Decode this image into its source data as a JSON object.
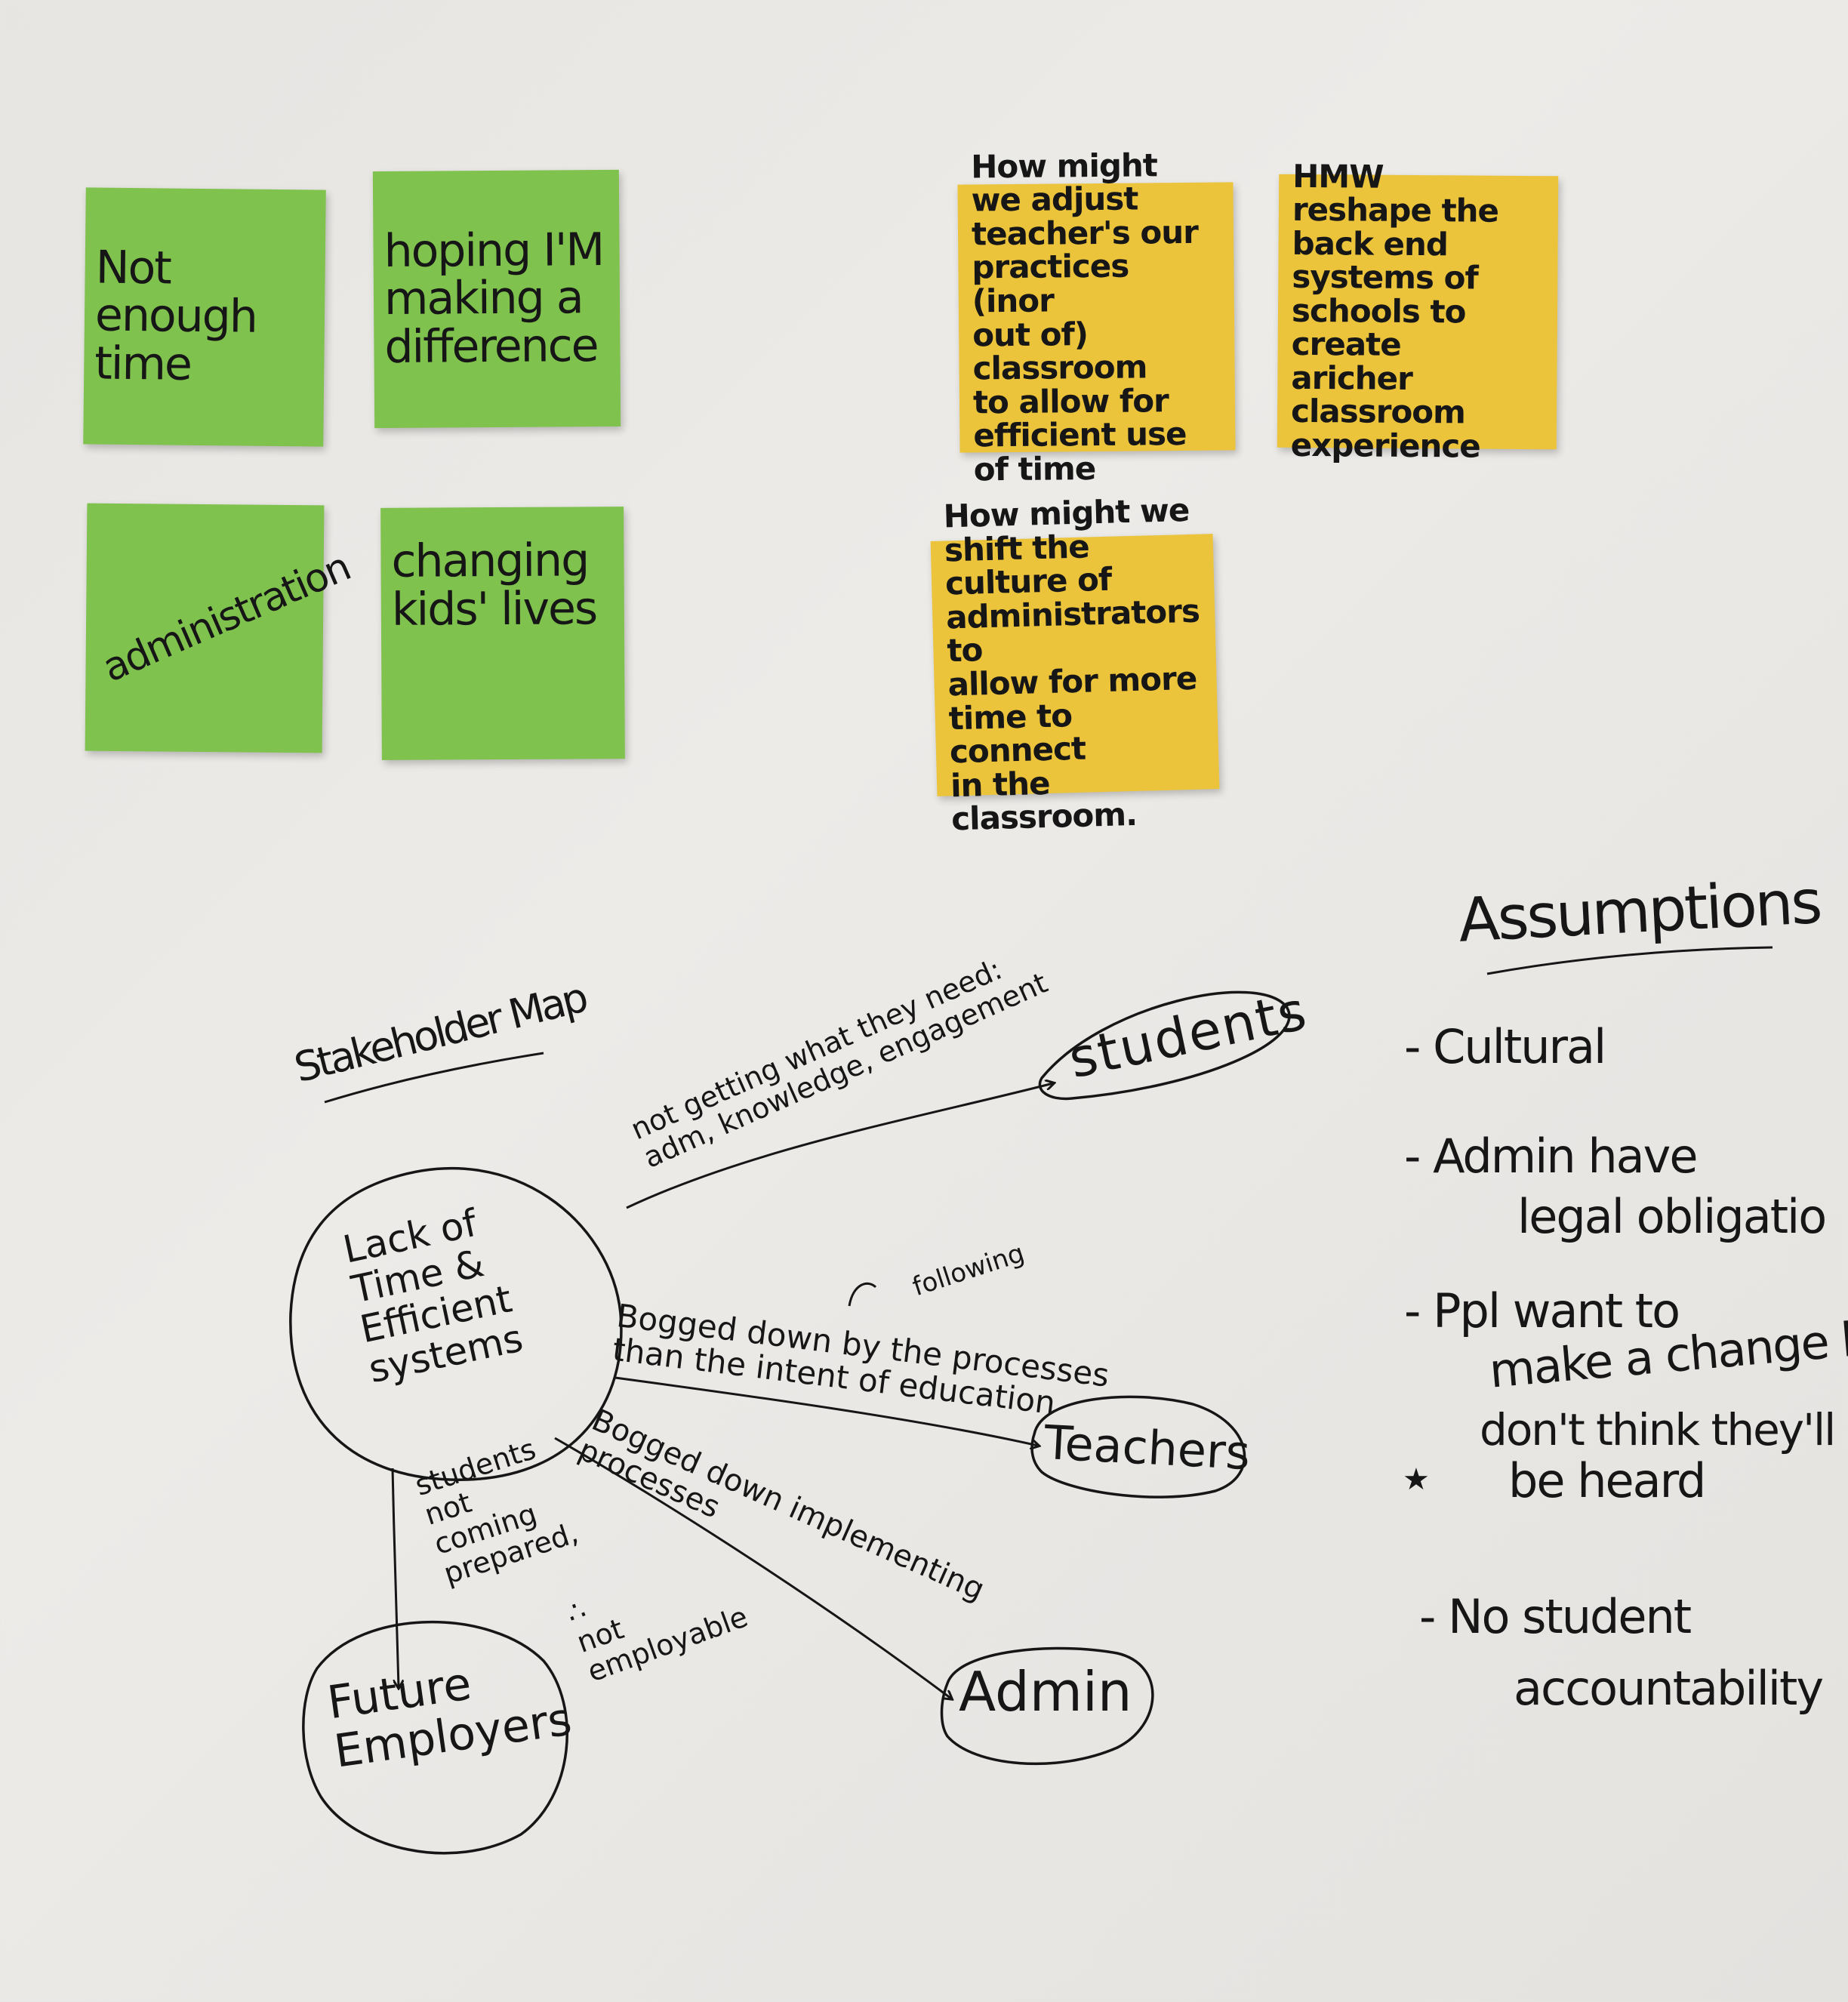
{
  "colors": {
    "wall": "#e8e6e3",
    "green_note": "#7fc24d",
    "yellow_note": "#ecc43c",
    "ink": "#161616"
  },
  "green_notes": [
    {
      "text": "Not\nenough\ntime"
    },
    {
      "text": "hoping I'M\nmaking a\ndifference"
    },
    {
      "text": "administration"
    },
    {
      "text": "changing\nkids' lives"
    }
  ],
  "yellow_notes": [
    {
      "text": "How might\nwe adjust\nteacher's our\npractices (inor\nout of) classroom\nto allow for\nefficient use of time"
    },
    {
      "text": "HMW\nreshape the back end\nsystems of\nschools to create\naricher classroom\nexperience"
    },
    {
      "text": "How might we\nshift the\nculture of\nadministrators to\nallow for more\ntime to connect\nin the classroom."
    }
  ],
  "stakeholder_map": {
    "title": "Stakeholder Map",
    "center": "Lack of\nTime &\nEfficient\nsystems",
    "nodes": {
      "students": "students",
      "teachers": "Teachers",
      "admin": "Admin",
      "employers": "Future\nEmployers"
    },
    "edges": {
      "students": "not getting what they need:\nadm, knowledge, engagement",
      "teachers_insert": "following",
      "teachers": "Bogged down by the processes\nthan the intent of education",
      "admin": "Bogged down implementing\nprocesses",
      "employers": "students\nnot\ncoming\nprepared,",
      "employers_aside": "∴\nnot\nemployable"
    }
  },
  "assumptions": {
    "title": "Assumptions",
    "items": [
      "- Cultural",
      "- Admin have",
      "legal obligatio",
      "- Ppl want to",
      "make a change bu",
      "don't think they'll",
      "be heard",
      "- No student",
      "accountability"
    ],
    "star": "★"
  }
}
